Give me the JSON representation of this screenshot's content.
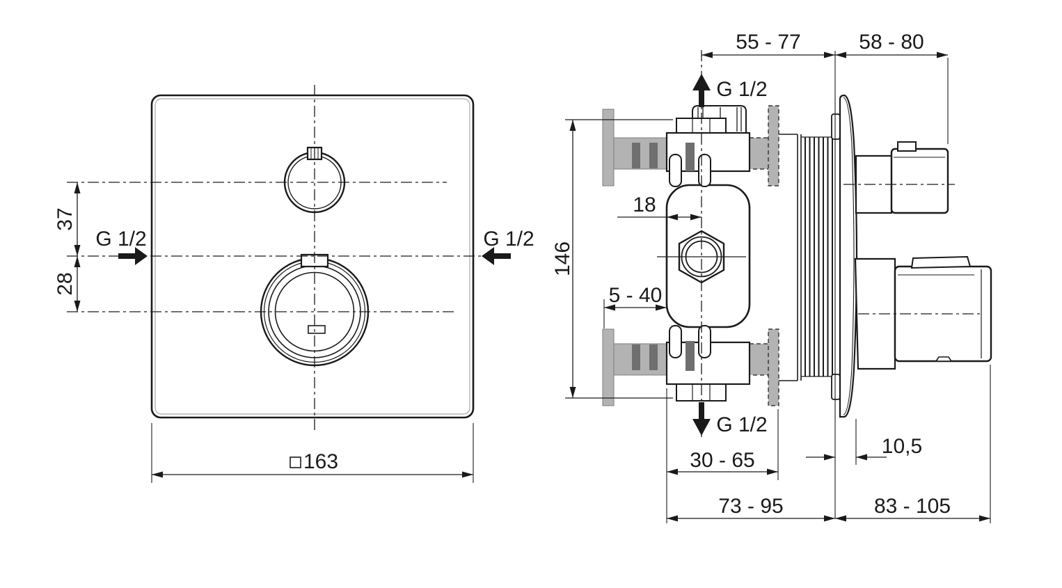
{
  "drawing": {
    "type": "technical-dimension-drawing",
    "subject": "concealed thermostatic shower mixer valve - front view and side section with installation dimensions",
    "units": "mm",
    "colors": {
      "line": "#1a1a1a",
      "wall_fill": "#b3b3b3",
      "wall_block": "#6f6f6f",
      "inner_edge": "#a6a6a6",
      "background": "#ffffff"
    },
    "front_view": {
      "faceplate_width": "163",
      "faceplate_symbol": "square-outline",
      "dim_handle_to_inlet": "37",
      "dim_inlet_to_handle": "28",
      "inlet_left": "G 1/2",
      "inlet_right": "G 1/2"
    },
    "side_view": {
      "dim_depth_rough_top": "55 - 77",
      "dim_depth_trim_top": "58 - 80",
      "outlet_top": "G 1/2",
      "dim_height": "146",
      "dim_center_offset": "18",
      "dim_plaster_range": "5 - 40",
      "outlet_bottom": "G 1/2",
      "dim_rosette_depth": "10,5",
      "dim_body_depth": "30 - 65",
      "dim_total_rough": "73 - 95",
      "dim_total_trim": "83 - 105"
    }
  }
}
